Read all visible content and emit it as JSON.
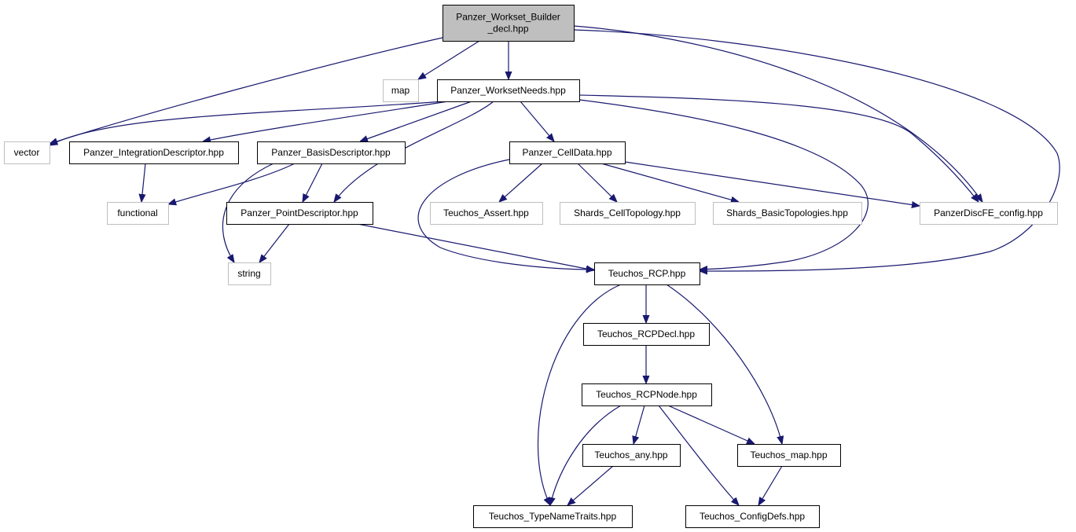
{
  "colors": {
    "edge": "#191970",
    "node_border_local": "#000000",
    "node_border_external": "#bfbfbf",
    "node_fill": "#ffffff",
    "node_fill_root": "#bfbfbf"
  },
  "graph": {
    "nodes": [
      {
        "id": "n_root",
        "label": "Panzer_Workset_Builder\n_decl.hpp",
        "kind": "root"
      },
      {
        "id": "n_map",
        "label": "map",
        "kind": "external"
      },
      {
        "id": "n_wsneeds",
        "label": "Panzer_WorksetNeeds.hpp",
        "kind": "local"
      },
      {
        "id": "n_vector",
        "label": "vector",
        "kind": "external"
      },
      {
        "id": "n_intdesc",
        "label": "Panzer_IntegrationDescriptor.hpp",
        "kind": "local"
      },
      {
        "id": "n_basisdesc",
        "label": "Panzer_BasisDescriptor.hpp",
        "kind": "local"
      },
      {
        "id": "n_celldata",
        "label": "Panzer_CellData.hpp",
        "kind": "local"
      },
      {
        "id": "n_functional",
        "label": "functional",
        "kind": "external"
      },
      {
        "id": "n_pointdesc",
        "label": "Panzer_PointDescriptor.hpp",
        "kind": "local"
      },
      {
        "id": "n_tassert",
        "label": "Teuchos_Assert.hpp",
        "kind": "external"
      },
      {
        "id": "n_shards_ct",
        "label": "Shards_CellTopology.hpp",
        "kind": "external"
      },
      {
        "id": "n_shards_bt",
        "label": "Shards_BasicTopologies.hpp",
        "kind": "external"
      },
      {
        "id": "n_pdfe",
        "label": "PanzerDiscFE_config.hpp",
        "kind": "external"
      },
      {
        "id": "n_string",
        "label": "string",
        "kind": "external"
      },
      {
        "id": "n_rcp",
        "label": "Teuchos_RCP.hpp",
        "kind": "local"
      },
      {
        "id": "n_rcpdecl",
        "label": "Teuchos_RCPDecl.hpp",
        "kind": "local"
      },
      {
        "id": "n_rcpnode",
        "label": "Teuchos_RCPNode.hpp",
        "kind": "local"
      },
      {
        "id": "n_any",
        "label": "Teuchos_any.hpp",
        "kind": "local"
      },
      {
        "id": "n_tmap",
        "label": "Teuchos_map.hpp",
        "kind": "local"
      },
      {
        "id": "n_tnt",
        "label": "Teuchos_TypeNameTraits.hpp",
        "kind": "local"
      },
      {
        "id": "n_cfg",
        "label": "Teuchos_ConfigDefs.hpp",
        "kind": "local"
      }
    ],
    "edges": [
      {
        "from": "n_root",
        "to": "n_map"
      },
      {
        "from": "n_root",
        "to": "n_wsneeds"
      },
      {
        "from": "n_root",
        "to": "n_vector"
      },
      {
        "from": "n_root",
        "to": "n_pdfe"
      },
      {
        "from": "n_root",
        "to": "n_rcp"
      },
      {
        "from": "n_wsneeds",
        "to": "n_vector"
      },
      {
        "from": "n_wsneeds",
        "to": "n_intdesc"
      },
      {
        "from": "n_wsneeds",
        "to": "n_basisdesc"
      },
      {
        "from": "n_wsneeds",
        "to": "n_pointdesc"
      },
      {
        "from": "n_wsneeds",
        "to": "n_celldata"
      },
      {
        "from": "n_wsneeds",
        "to": "n_rcp"
      },
      {
        "from": "n_wsneeds",
        "to": "n_pdfe"
      },
      {
        "from": "n_intdesc",
        "to": "n_functional"
      },
      {
        "from": "n_basisdesc",
        "to": "n_functional"
      },
      {
        "from": "n_basisdesc",
        "to": "n_string"
      },
      {
        "from": "n_basisdesc",
        "to": "n_pointdesc"
      },
      {
        "from": "n_pointdesc",
        "to": "n_string"
      },
      {
        "from": "n_pointdesc",
        "to": "n_rcp"
      },
      {
        "from": "n_celldata",
        "to": "n_tassert"
      },
      {
        "from": "n_celldata",
        "to": "n_shards_ct"
      },
      {
        "from": "n_celldata",
        "to": "n_shards_bt"
      },
      {
        "from": "n_celldata",
        "to": "n_pdfe"
      },
      {
        "from": "n_celldata",
        "to": "n_rcp"
      },
      {
        "from": "n_rcp",
        "to": "n_rcpdecl"
      },
      {
        "from": "n_rcp",
        "to": "n_tnt"
      },
      {
        "from": "n_rcp",
        "to": "n_tmap"
      },
      {
        "from": "n_rcpdecl",
        "to": "n_rcpnode"
      },
      {
        "from": "n_rcpnode",
        "to": "n_any"
      },
      {
        "from": "n_rcpnode",
        "to": "n_tmap"
      },
      {
        "from": "n_rcpnode",
        "to": "n_tnt"
      },
      {
        "from": "n_rcpnode",
        "to": "n_cfg"
      },
      {
        "from": "n_any",
        "to": "n_tnt"
      },
      {
        "from": "n_tmap",
        "to": "n_cfg"
      }
    ]
  }
}
